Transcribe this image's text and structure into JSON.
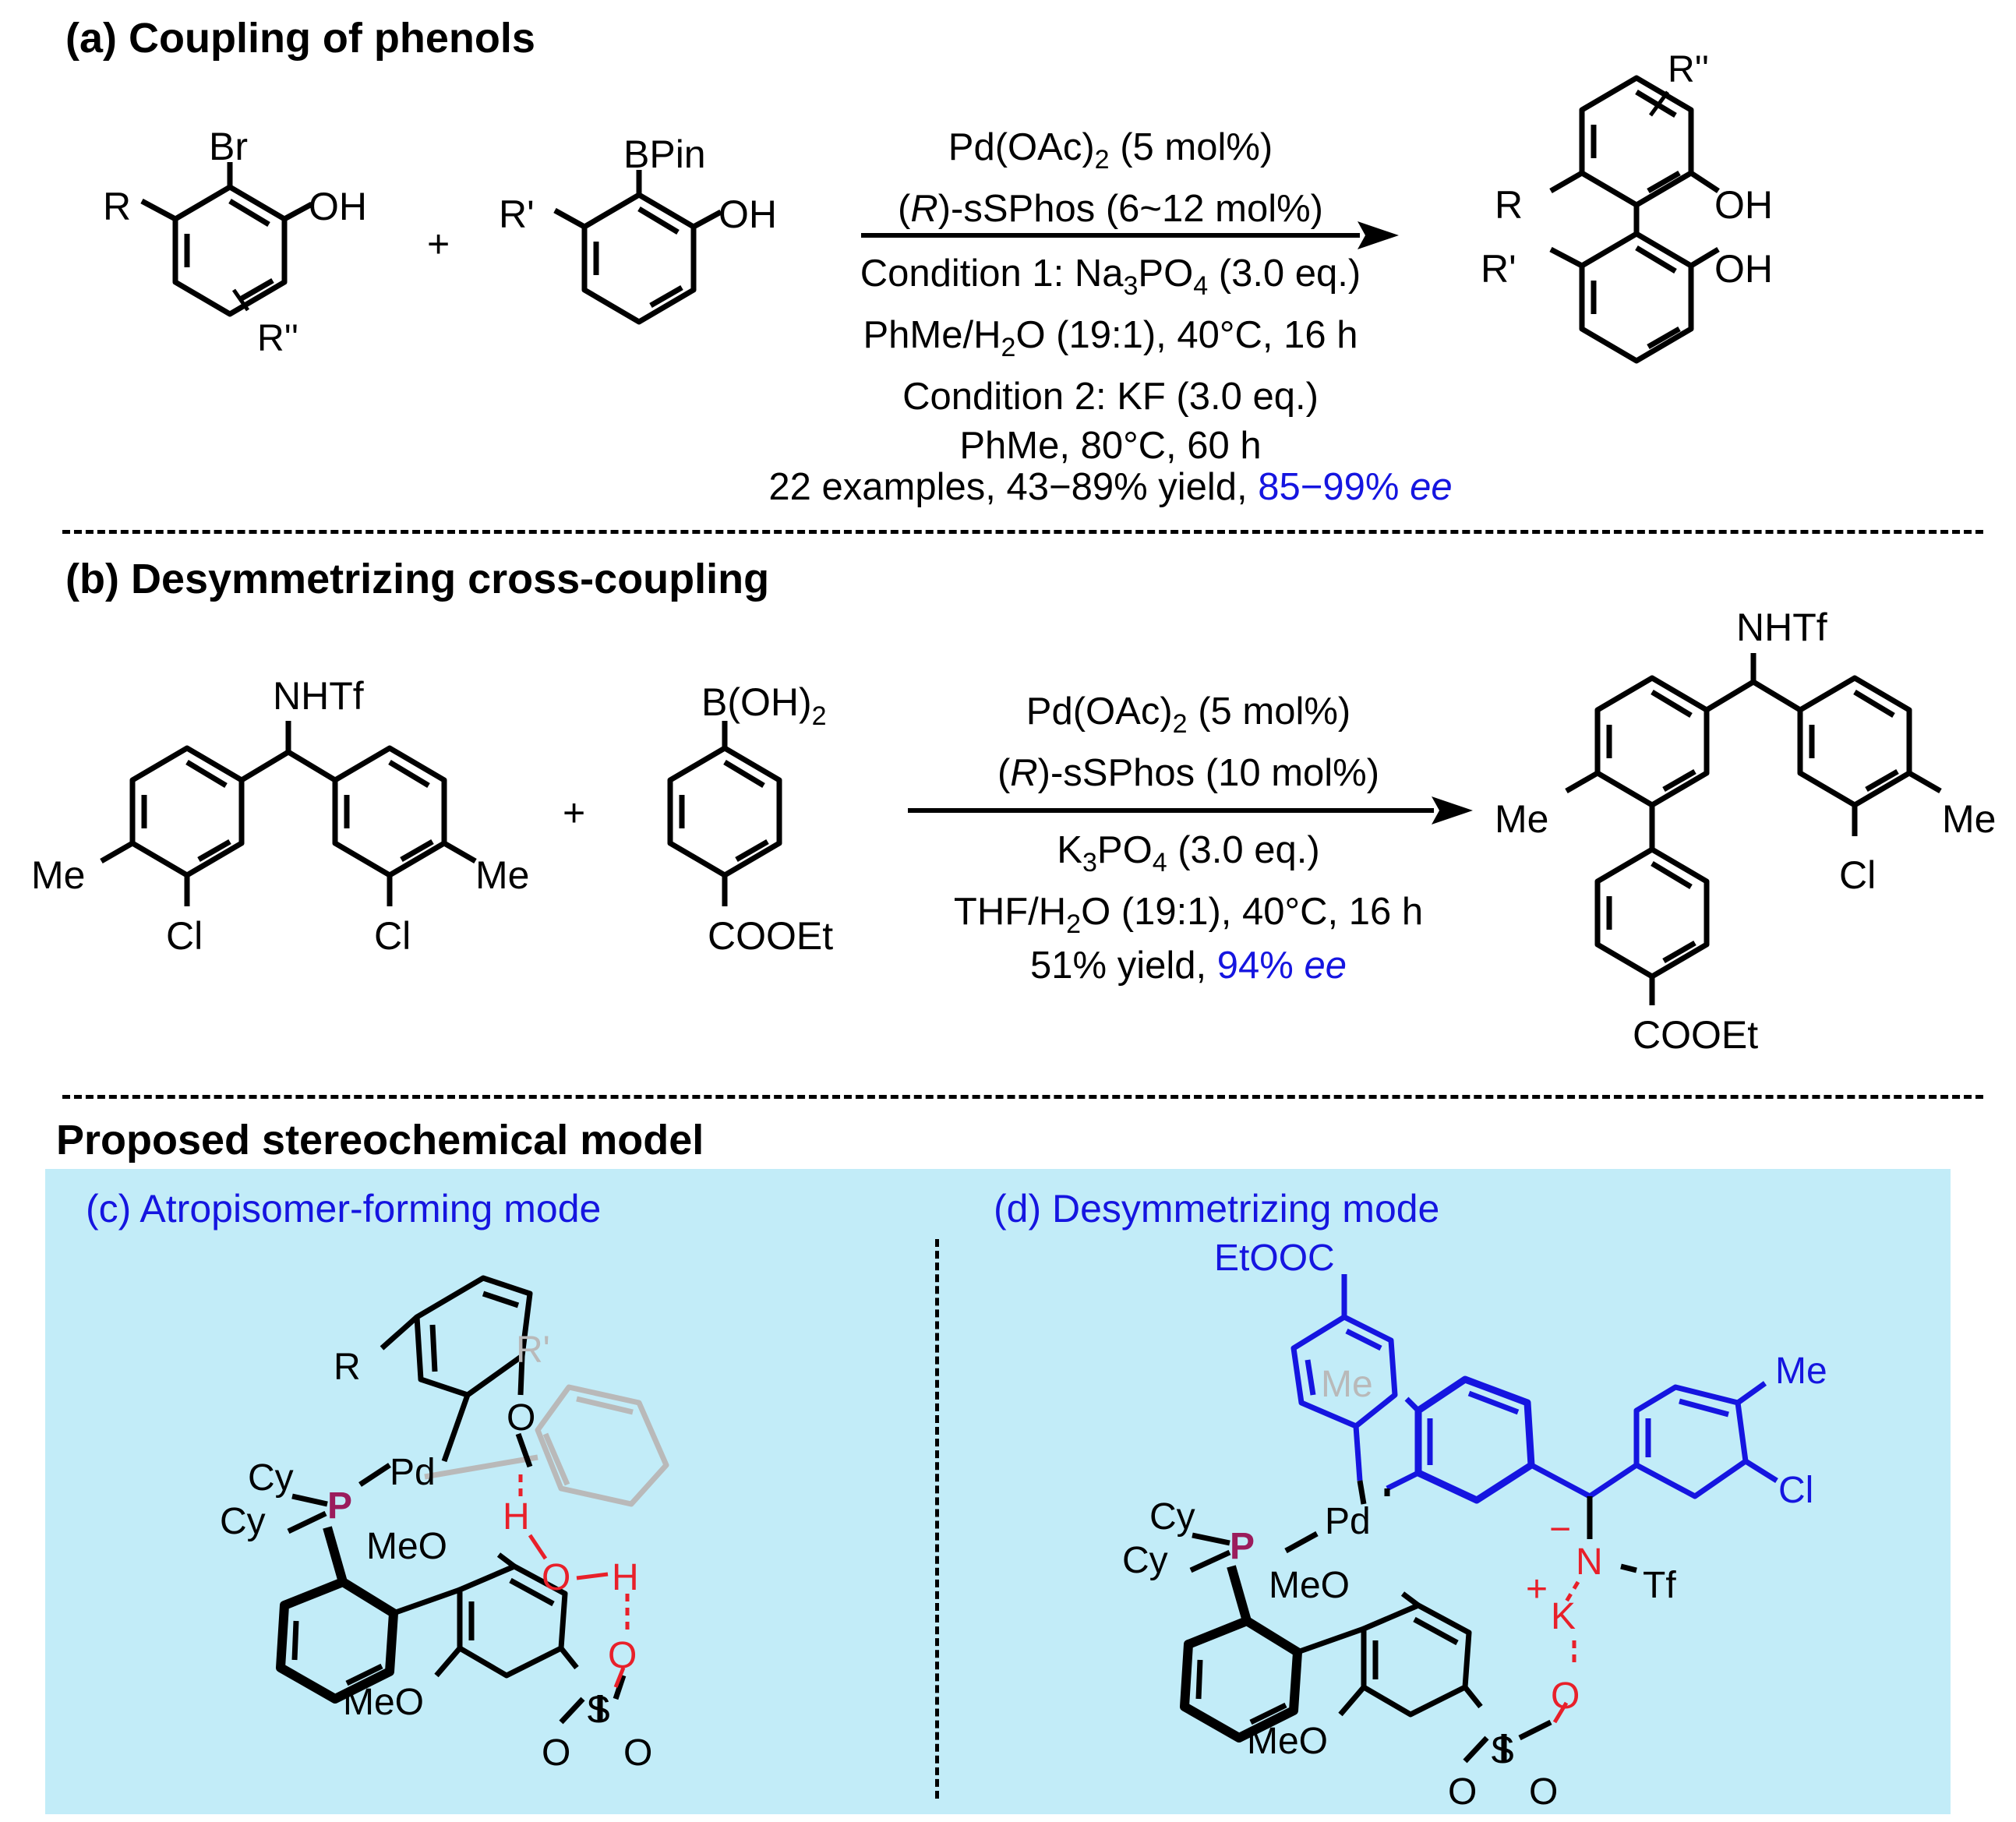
{
  "section_a": {
    "title": "(a) Coupling of phenols",
    "reactant1": {
      "substituent_top": "Br",
      "substituent_left": "R",
      "substituent_right": "OH",
      "substituent_ring": "R''"
    },
    "plus": "+",
    "reactant2": {
      "substituent_top": "BPin",
      "substituent_left": "R'",
      "substituent_right": "OH"
    },
    "conditions_above": {
      "cat_prefix": "Pd(OAc)",
      "cat_sub": "2",
      "cat_suffix": " (5 mol%)",
      "ligand_prefix": "(",
      "ligand_italic": "R",
      "ligand_suffix": ")-sSPhos (6~12 mol%)"
    },
    "conditions_below": {
      "c1_prefix": "Condition 1: Na",
      "c1_sub": "3",
      "c1_mid": "PO",
      "c1_sub2": "4",
      "c1_suffix": " (3.0 eq.)",
      "c1b_prefix": "PhMe/H",
      "c1b_sub": "2",
      "c1b_suffix": "O (19:1), 40°C, 16 h",
      "c2": "Condition 2: KF (3.0 eq.)",
      "c2b": "PhMe, 80°C, 60 h",
      "result_black": "22 examples, 43−89% yield, ",
      "result_blue": "85−99% ",
      "result_blue_italic": "ee"
    },
    "product": {
      "label_top": "R''",
      "label_r": "R",
      "label_rp": "R'",
      "label_oh1": "OH",
      "label_oh2": "OH"
    }
  },
  "section_b": {
    "title": "(b) Desymmetrizing cross-coupling",
    "reactant1": {
      "label_top": "NHTf",
      "label_me_left": "Me",
      "label_cl_left": "Cl",
      "label_cl_right": "Cl",
      "label_me_right": "Me"
    },
    "plus": "+",
    "reactant2": {
      "label_top_prefix": "B(OH)",
      "label_top_sub": "2",
      "label_bottom": "COOEt"
    },
    "conditions_above": {
      "cat_prefix": "Pd(OAc)",
      "cat_sub": "2",
      "cat_suffix": " (5 mol%)",
      "ligand_prefix": "(",
      "ligand_italic": "R",
      "ligand_suffix": ")-sSPhos (10 mol%)"
    },
    "conditions_below": {
      "base_prefix": "K",
      "base_sub": "3",
      "base_mid": "PO",
      "base_sub2": "4",
      "base_suffix": " (3.0 eq.)",
      "solv_prefix": "THF/H",
      "solv_sub": "2",
      "solv_suffix": "O (19:1), 40°C, 16 h",
      "result_black": "51% yield, ",
      "result_blue": "94% ",
      "result_blue_italic": "ee"
    },
    "product": {
      "label_top": "NHTf",
      "label_me_left": "Me",
      "label_me_right": "Me",
      "label_cl": "Cl",
      "label_bottom": "COOEt"
    }
  },
  "model": {
    "title": "Proposed stereochemical model",
    "panel_c": {
      "title": "(c) Atropisomer-forming mode",
      "labels": {
        "r": "R",
        "rp": "R'",
        "o": "O",
        "cy1": "Cy",
        "cy2": "Cy",
        "p": "P",
        "pd": "Pd",
        "h1": "H",
        "o2": "O",
        "h2": "H",
        "meo1": "MeO",
        "meo2": "MeO",
        "s": "S",
        "o3": "O",
        "o4": "O",
        "o5": "O"
      }
    },
    "panel_d": {
      "title": "(d) Desymmetrizing mode",
      "labels": {
        "etooc": "EtOOC",
        "me_gray": "Me",
        "me": "Me",
        "cl": "Cl",
        "minus": "−",
        "n": "N",
        "tf": "Tf",
        "plus": "+",
        "k": "K",
        "cy1": "Cy",
        "cy2": "Cy",
        "p": "P",
        "pd": "Pd",
        "meo1": "MeO",
        "meo2": "MeO",
        "s": "S",
        "o1": "O",
        "o2": "O",
        "o3": "O"
      }
    }
  },
  "colors": {
    "blue": "#1515e0",
    "red": "#e8202a",
    "purple": "#9b1c5c",
    "gray": "#b9b9b9",
    "panel_bg": "#c2ecf8"
  }
}
